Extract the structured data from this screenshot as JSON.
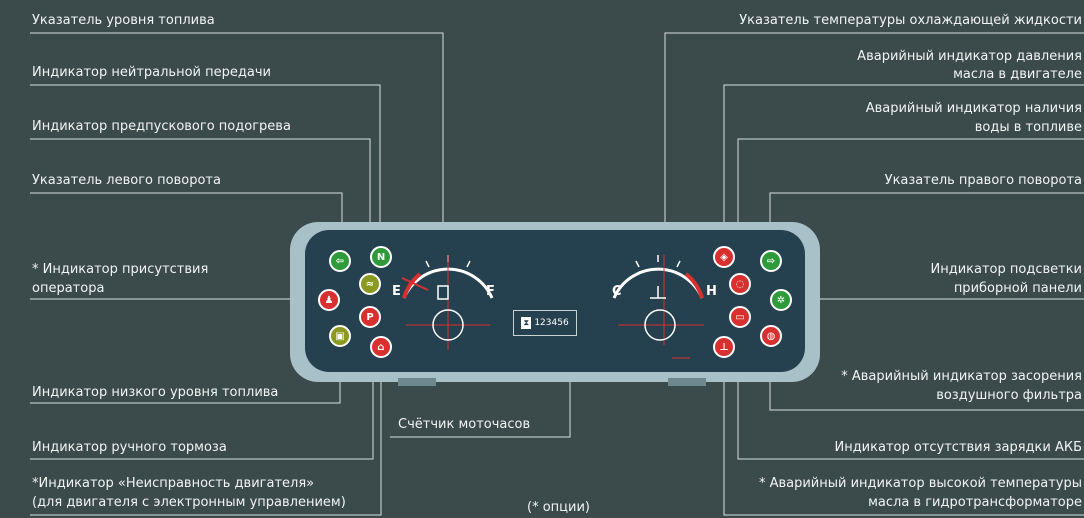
{
  "labels_left": {
    "fuel_level": "Указатель уровня топлива",
    "neutral": "Индикатор нейтральной передачи",
    "preheat": "Индикатор предпускового подогрева",
    "left_turn": "Указатель левого поворота",
    "operator_line1": "* Индикатор присутствия",
    "operator_line2": "оператора",
    "low_fuel": "Индикатор низкого уровня топлива",
    "hand_brake": "Индикатор ручного тормоза",
    "engine_fault_line1": "*Индикатор «Неисправность двигателя»",
    "engine_fault_line2": "(для двигателя с электронным управлением)"
  },
  "labels_right": {
    "coolant_temp": "Указатель температуры охлаждающей жидкости",
    "oil_pressure_line1": "Аварийный индикатор давления",
    "oil_pressure_line2": "масла в двигателе",
    "water_fuel_line1": "Аварийный индикатор наличия",
    "water_fuel_line2": "воды в топливе",
    "right_turn": "Указатель правого поворота",
    "backlight_line1": "Индикатор подсветки",
    "backlight_line2": "приборной панели",
    "air_filter_line1": "* Аварийный индикатор засорения",
    "air_filter_line2": "воздушного фильтра",
    "battery": "Индикатор отсутствия зарядки АКБ",
    "converter_temp_line1": "* Аварийный индикатор высокой температуры",
    "converter_temp_line2": "масла в гидротрансформаторе"
  },
  "center": {
    "hour_meter": "Счётчик моточасов",
    "options_note": "(* опции)",
    "counter_value": "123456"
  },
  "dials": {
    "fuel": {
      "empty": "E",
      "full": "F"
    },
    "temp": {
      "cold": "C",
      "hot": "H"
    }
  },
  "indicator_glyphs": {
    "neutral": "N",
    "hand_brake": "P"
  },
  "colors": {
    "background": "#3b4a4b",
    "panel": "#25404e",
    "frame": "#a8c0c8",
    "green": "#2e9a3a",
    "red": "#d8302f",
    "yellow": "#8a9a20"
  }
}
